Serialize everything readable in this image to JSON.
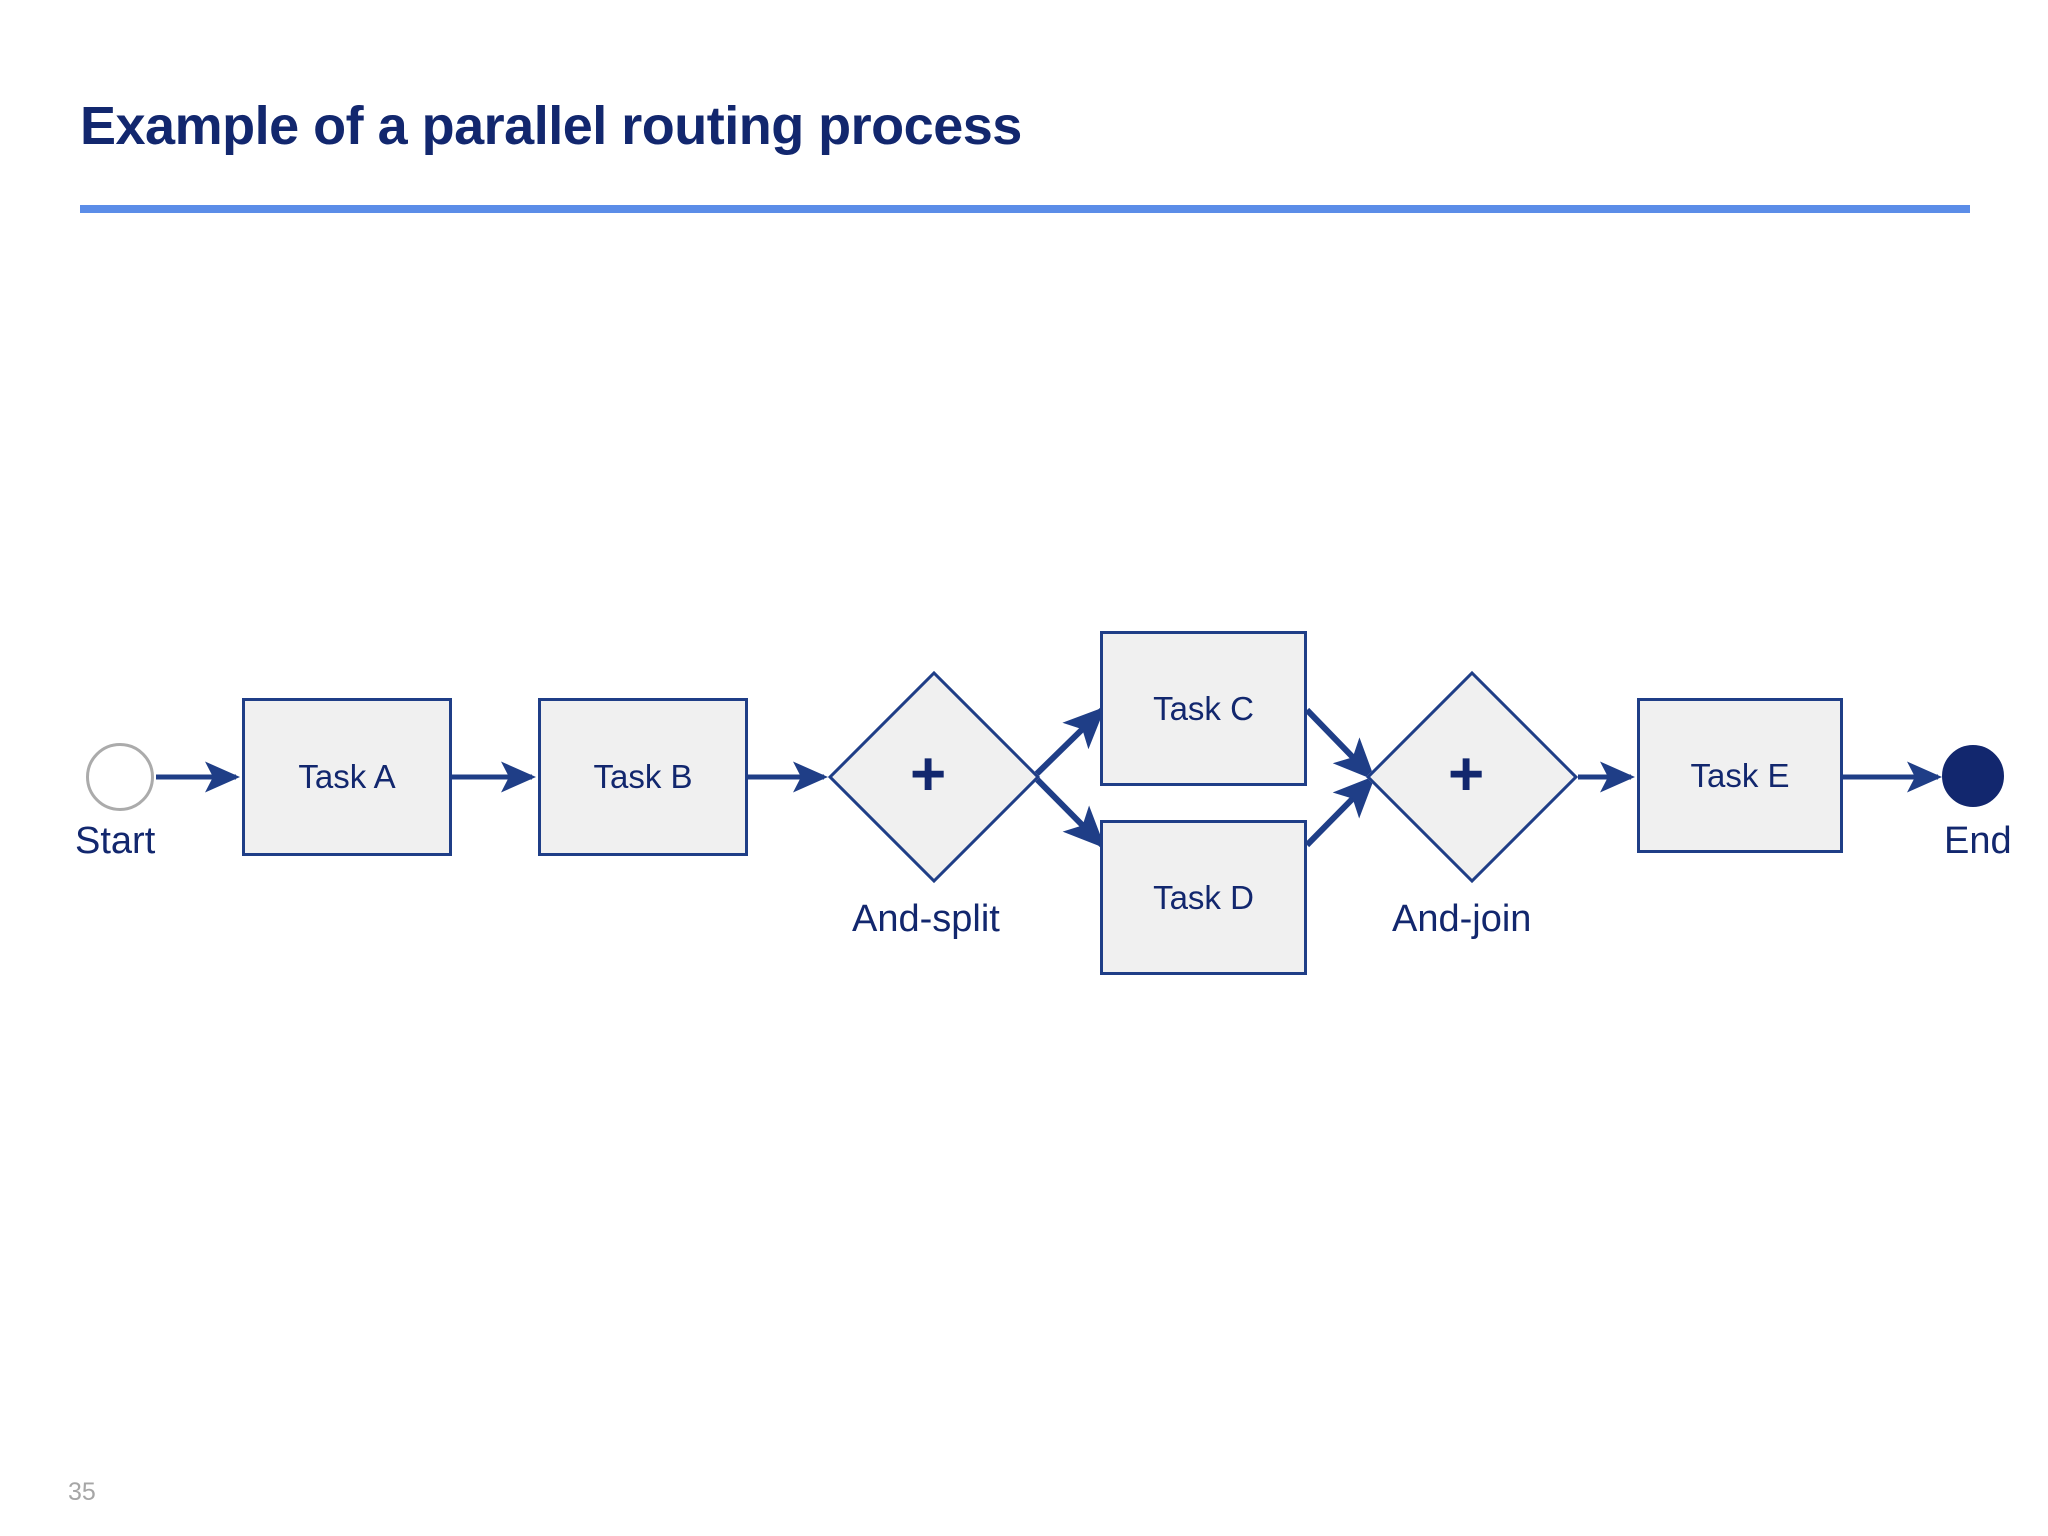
{
  "slide": {
    "title": "Example of a parallel routing process",
    "page_number": "35",
    "accent_rule_color": "#5B8DE8",
    "title_color": "#12276E"
  },
  "diagram": {
    "type": "bpmn-parallel-routing-flowchart",
    "node_fill_color": "#F0F0F0",
    "node_border_color": "#1F3E87",
    "edge_color": "#1F3E87",
    "start_node": {
      "label": "Start",
      "shape": "circle-outline",
      "border_color": "#ABABAB",
      "fill_color": "#FFFFFF"
    },
    "end_node": {
      "label": "End",
      "shape": "circle-filled",
      "fill_color": "#12276E"
    },
    "tasks": [
      {
        "id": "task-a",
        "label": "Task A"
      },
      {
        "id": "task-b",
        "label": "Task B"
      },
      {
        "id": "task-c",
        "label": "Task C"
      },
      {
        "id": "task-d",
        "label": "Task D"
      },
      {
        "id": "task-e",
        "label": "Task E"
      }
    ],
    "gateways": [
      {
        "id": "and-split",
        "label": "And-split",
        "symbol": "+",
        "kind": "parallel-split"
      },
      {
        "id": "and-join",
        "label": "And-join",
        "symbol": "+",
        "kind": "parallel-join"
      }
    ],
    "flow": [
      "Start -> Task A",
      "Task A -> Task B",
      "Task B -> And-split",
      "And-split -> Task C",
      "And-split -> Task D",
      "Task C -> And-join",
      "Task D -> And-join",
      "And-join -> Task E",
      "Task E -> End"
    ]
  }
}
